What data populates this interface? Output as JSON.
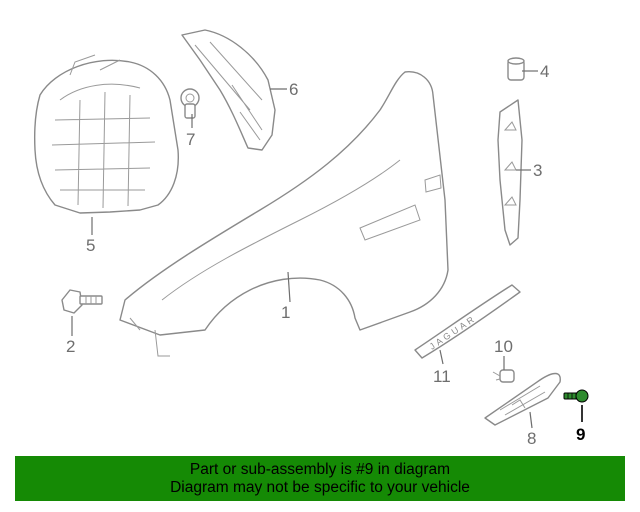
{
  "diagram": {
    "callouts": [
      {
        "id": "1",
        "label": "1",
        "highlighted": false
      },
      {
        "id": "2",
        "label": "2",
        "highlighted": false
      },
      {
        "id": "3",
        "label": "3",
        "highlighted": false
      },
      {
        "id": "4",
        "label": "4",
        "highlighted": false
      },
      {
        "id": "5",
        "label": "5",
        "highlighted": false
      },
      {
        "id": "6",
        "label": "6",
        "highlighted": false
      },
      {
        "id": "7",
        "label": "7",
        "highlighted": false
      },
      {
        "id": "8",
        "label": "8",
        "highlighted": false
      },
      {
        "id": "9",
        "label": "9",
        "highlighted": true
      },
      {
        "id": "10",
        "label": "10",
        "highlighted": false
      },
      {
        "id": "11",
        "label": "11",
        "highlighted": false
      }
    ],
    "emblem_lettering": "JAGUAR",
    "colors": {
      "line_art": "#8a8a8a",
      "callout_text": "#6e6e6e",
      "highlighted_callout": "#000000",
      "highlighted_part": "#2e8b2e"
    }
  },
  "banner": {
    "line1": "Part or sub-assembly is #9 in diagram",
    "line2": "Diagram may not be specific to your vehicle",
    "background": "#158a05"
  }
}
